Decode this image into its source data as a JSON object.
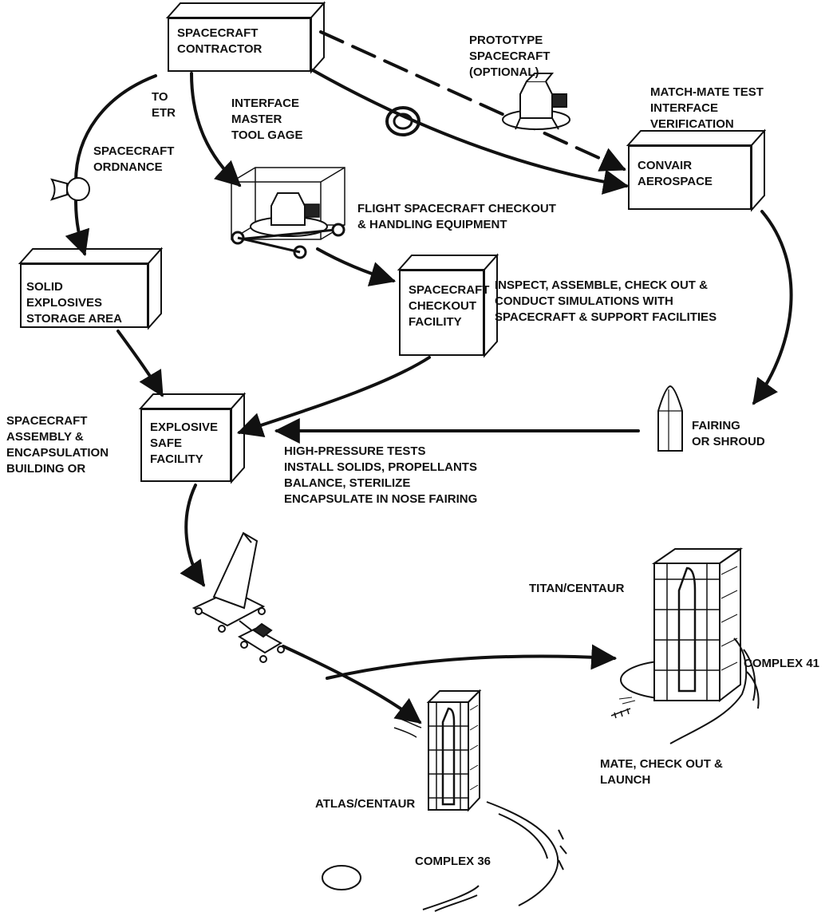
{
  "boxes": {
    "spacecraft_contractor": "SPACECRAFT\nCONTRACTOR",
    "convair_aerospace": "CONVAIR\nAEROSPACE",
    "solid_explosives_storage": "SOLID EXPLOSIVES\nSTORAGE AREA",
    "spacecraft_checkout_facility": "SPACECRAFT\nCHECKOUT\nFACILITY",
    "explosive_safe_facility": "EXPLOSIVE\nSAFE\nFACILITY"
  },
  "labels": {
    "to_etr": "TO\nETR",
    "spacecraft_ordnance": "SPACECRAFT\nORDNANCE",
    "interface_master_tool_gage": "INTERFACE\nMASTER\nTOOL GAGE",
    "prototype_spacecraft": "PROTOTYPE\nSPACECRAFT\n(OPTIONAL)",
    "match_mate_test": "MATCH-MATE TEST\nINTERFACE\nVERIFICATION",
    "flight_checkout_equipment": "FLIGHT SPACECRAFT  CHECKOUT\n& HANDLING EQUIPMENT",
    "inspect_assemble": "INSPECT, ASSEMBLE, CHECK OUT &\nCONDUCT SIMULATIONS WITH\nSPACECRAFT & SUPPORT FACILITIES",
    "spacecraft_assembly_building": "SPACECRAFT\nASSEMBLY &\nENCAPSULATION\nBUILDING  OR",
    "fairing_or_shroud": "FAIRING\nOR SHROUD",
    "high_pressure_tests": "HIGH-PRESSURE TESTS\nINSTALL SOLIDS, PROPELLANTS\nBALANCE, STERILIZE\nENCAPSULATE IN NOSE FAIRING",
    "titan_centaur": "TITAN/CENTAUR",
    "complex_41": "COMPLEX 41",
    "mate_check_out_launch": "MATE, CHECK OUT &\nLAUNCH",
    "atlas_centaur": "ATLAS/CENTAUR",
    "complex_36": "COMPLEX 36"
  },
  "icons": [
    "spacecraft-ordnance-icon",
    "interface-tool-gage-icon",
    "prototype-spacecraft-icon",
    "checkout-equipment-icon",
    "fairing-icon",
    "transporter-icon",
    "titan-tower-icon",
    "atlas-tower-icon",
    "pond-icon"
  ],
  "colors": {
    "ink": "#111111",
    "paper": "#ffffff"
  }
}
